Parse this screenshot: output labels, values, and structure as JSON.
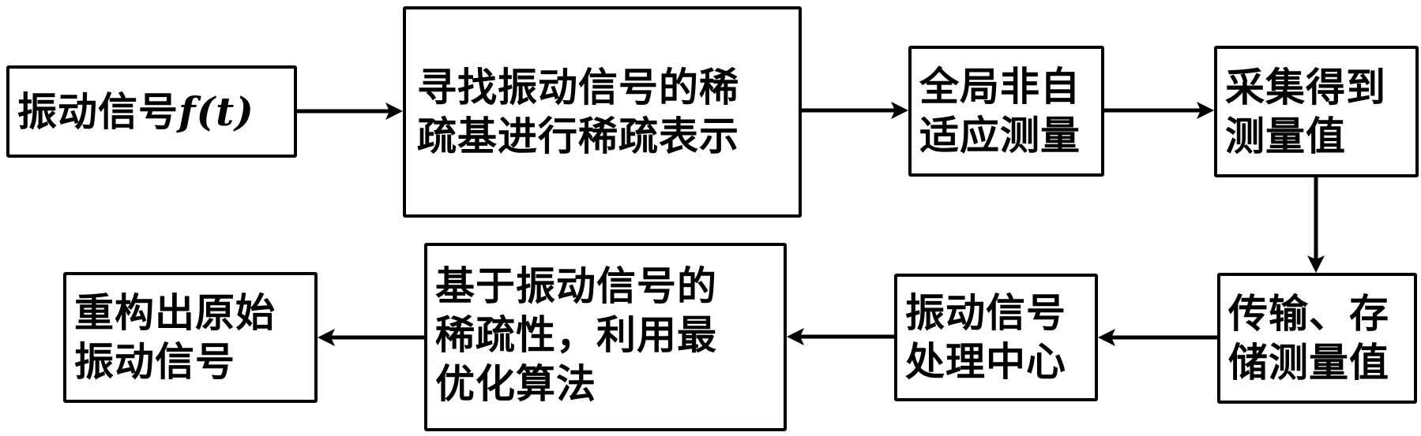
{
  "diagram": {
    "type": "flowchart",
    "nodes": [
      {
        "id": "vibration-signal",
        "lines": [
          "振动信号"
        ],
        "math": "f(t)"
      },
      {
        "id": "sparse-representation",
        "lines": [
          "寻找振动信号的稀",
          "疏基进行稀疏表示"
        ]
      },
      {
        "id": "global-nonadaptive-measurement",
        "lines": [
          "全局非自",
          "适应测量"
        ]
      },
      {
        "id": "acquire-measurements",
        "lines": [
          "采集得到",
          "测量值"
        ]
      },
      {
        "id": "transmit-store-measurements",
        "lines": [
          "传输、存",
          "储测量值"
        ]
      },
      {
        "id": "processing-center",
        "lines": [
          "振动信号",
          "处理中心"
        ]
      },
      {
        "id": "optimization-algorithm",
        "lines": [
          "基于振动信号的",
          "稀疏性，利用最",
          "优化算法"
        ]
      },
      {
        "id": "reconstruct-signal",
        "lines": [
          "重构出原始",
          "振动信号"
        ]
      }
    ],
    "edges": [
      {
        "from": "vibration-signal",
        "to": "sparse-representation"
      },
      {
        "from": "sparse-representation",
        "to": "global-nonadaptive-measurement"
      },
      {
        "from": "global-nonadaptive-measurement",
        "to": "acquire-measurements"
      },
      {
        "from": "acquire-measurements",
        "to": "transmit-store-measurements"
      },
      {
        "from": "transmit-store-measurements",
        "to": "processing-center"
      },
      {
        "from": "processing-center",
        "to": "optimization-algorithm"
      },
      {
        "from": "optimization-algorithm",
        "to": "reconstruct-signal"
      }
    ],
    "colors": {
      "stroke": "#000000",
      "fill": "#ffffff",
      "text": "#000000"
    }
  }
}
